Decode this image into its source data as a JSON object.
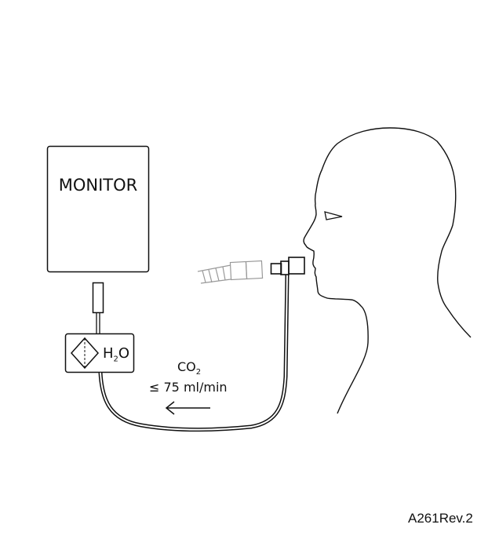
{
  "monitor": {
    "label": "MONITOR"
  },
  "water_trap": {
    "label_main": "H",
    "label_sub": "2",
    "label_end": "O"
  },
  "gas": {
    "label_main": "CO",
    "label_sub": "2",
    "flow_rate": "≤ 75 ml/min"
  },
  "reference": "A261Rev.2"
}
